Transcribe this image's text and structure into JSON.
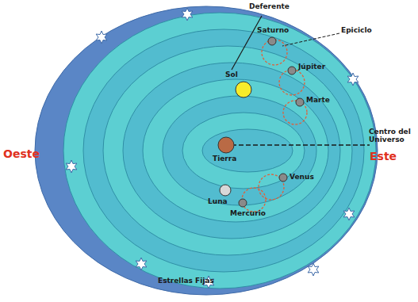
{
  "diagram": {
    "labels": [
      "Deferente",
      "Epiciclo",
      "Saturno",
      "Sol",
      "Júpiter",
      "Marte",
      "Tierra",
      "Centro del Universo",
      "Venus",
      "Luna",
      "Mercurio",
      "Oeste",
      "Este",
      "Estrellas Fijas"
    ]
  }
}
